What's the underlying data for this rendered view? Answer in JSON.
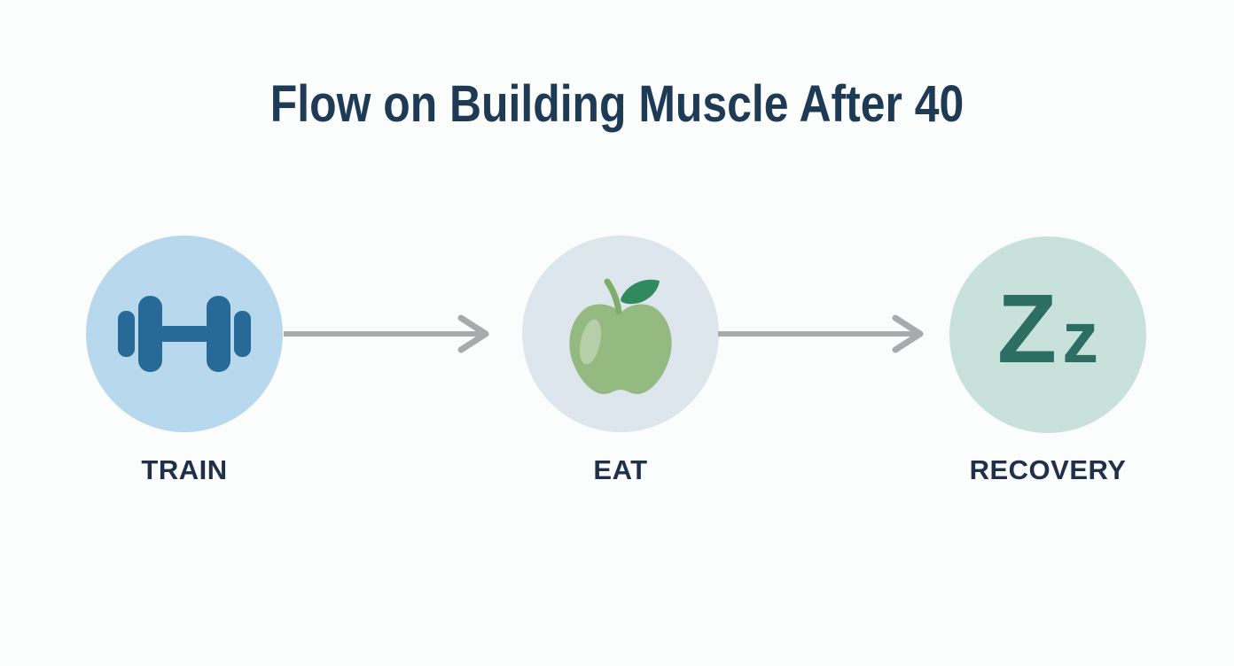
{
  "title": "Flow on Building Muscle After 40",
  "colors": {
    "background": "#fbfcfc",
    "title_text": "#1e3a54",
    "label_text": "#20304a",
    "arrow": "#a9aaac",
    "train_circle": "#b8d8ee",
    "dumbbell": "#276a98",
    "eat_circle": "#dde6ec",
    "apple_body": "#94ba81",
    "apple_highlight": "#bdd2af",
    "apple_stem": "#7fae6b",
    "apple_leaf": "#2f8a5e",
    "recovery_circle": "#c8e1da",
    "zz_text": "#2d6e63"
  },
  "steps": [
    {
      "label": "TRAIN",
      "icon": "dumbbell-icon"
    },
    {
      "label": "EAT",
      "icon": "apple-icon"
    },
    {
      "label": "RECOVERY",
      "icon": "sleep-zz-icon",
      "icon_text_large": "Z",
      "icon_text_small": "z"
    }
  ]
}
